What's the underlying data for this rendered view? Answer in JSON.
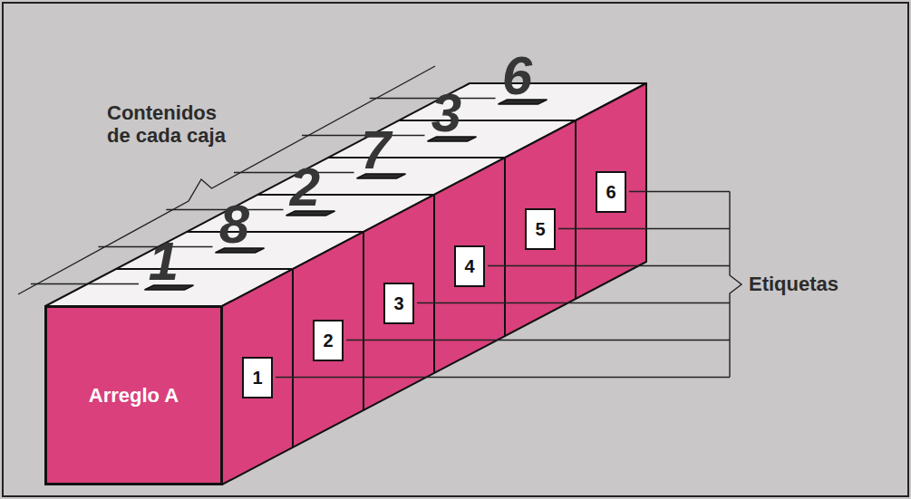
{
  "diagram": {
    "nodes": [
      {
        "text": [
          "Arreglo A"
        ]
      },
      {
        "text": [
          "1"
        ]
      },
      {
        "text": [
          "2"
        ]
      },
      {
        "text": [
          "3"
        ]
      },
      {
        "text": [
          "4"
        ]
      },
      {
        "text": [
          "5"
        ]
      },
      {
        "text": [
          "6"
        ]
      }
    ],
    "labels": [
      "Contenidos de cada caja",
      "1",
      "8",
      "2",
      "7",
      "3",
      "6",
      "Etiquetas"
    ]
  }
}
